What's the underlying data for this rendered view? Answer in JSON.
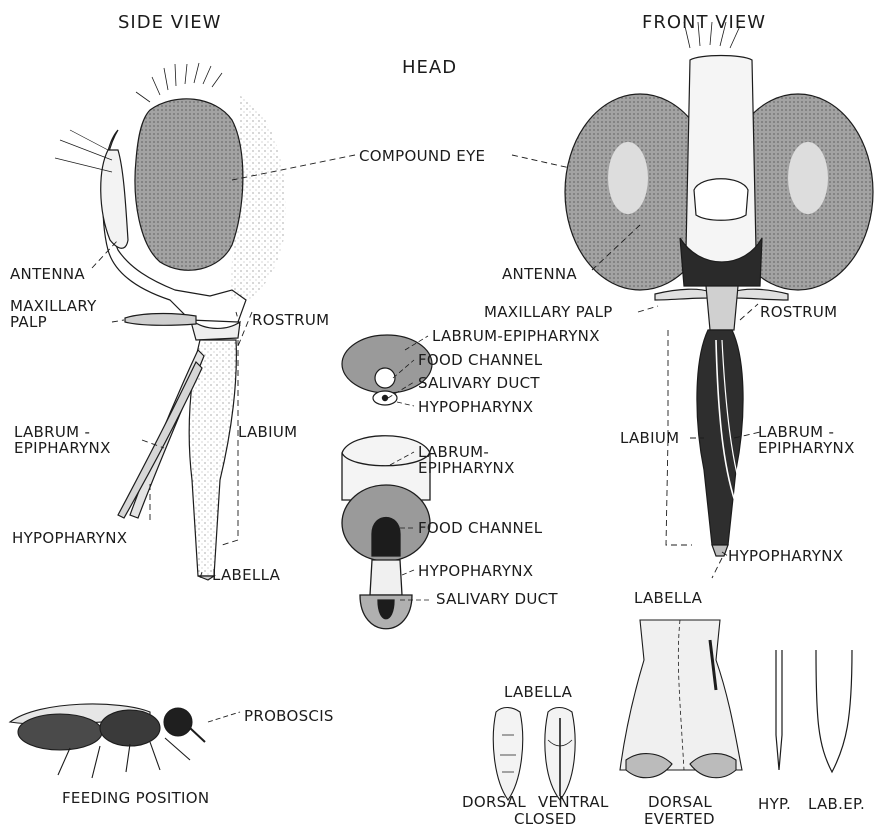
{
  "titles": {
    "side_view": "SIDE VIEW",
    "front_view": "FRONT VIEW",
    "head": "HEAD"
  },
  "side_labels": {
    "antenna": "ANTENNA",
    "maxillary_palp_1": "MAXILLARY",
    "maxillary_palp_2": "PALP",
    "labrum_epipharynx_1": "LABRUM -",
    "labrum_epipharynx_2": "EPIPHARYNX",
    "hypopharynx": "HYPOPHARYNX",
    "labella": "LABELLA",
    "labium": "LABIUM",
    "rostrum": "ROSTRUM"
  },
  "shared_labels": {
    "compound_eye": "COMPOUND EYE"
  },
  "cross_section_labels": {
    "labrum_epipharynx": "LABRUM-EPIPHARYNX",
    "food_channel": "FOOD CHANNEL",
    "salivary_duct": "SALIVARY DUCT",
    "hypopharynx": "HYPOPHARYNX",
    "labrum_2a": "LABRUM-",
    "labrum_2b": "EPIPHARYNX",
    "food_channel_2": "FOOD CHANNEL",
    "hypopharynx_2": "HYPOPHARYNX",
    "salivary_duct_2": "SALIVARY DUCT"
  },
  "front_labels": {
    "antenna": "ANTENNA",
    "maxillary_palp": "MAXILLARY PALP",
    "rostrum": "ROSTRUM",
    "labium": "LABIUM",
    "labrum_1": "LABRUM -",
    "labrum_2": "EPIPHARYNX",
    "hypopharynx": "HYPOPHARYNX",
    "labella": "LABELLA"
  },
  "bottom_labels": {
    "proboscis": "PROBOSCIS",
    "feeding_position": "FEEDING POSITION",
    "labella_heading": "LABELLA",
    "dorsal": "DORSAL",
    "ventral": "VENTRAL",
    "closed": "CLOSED",
    "dorsal_2": "DORSAL",
    "everted": "EVERTED",
    "hyp": "HYP.",
    "lab_ep": "LAB.EP."
  },
  "colors": {
    "ink": "#1c1c1c",
    "eye_shade": "#8c8c8c",
    "section_shade": "#9a9a9a",
    "background": "#ffffff"
  }
}
